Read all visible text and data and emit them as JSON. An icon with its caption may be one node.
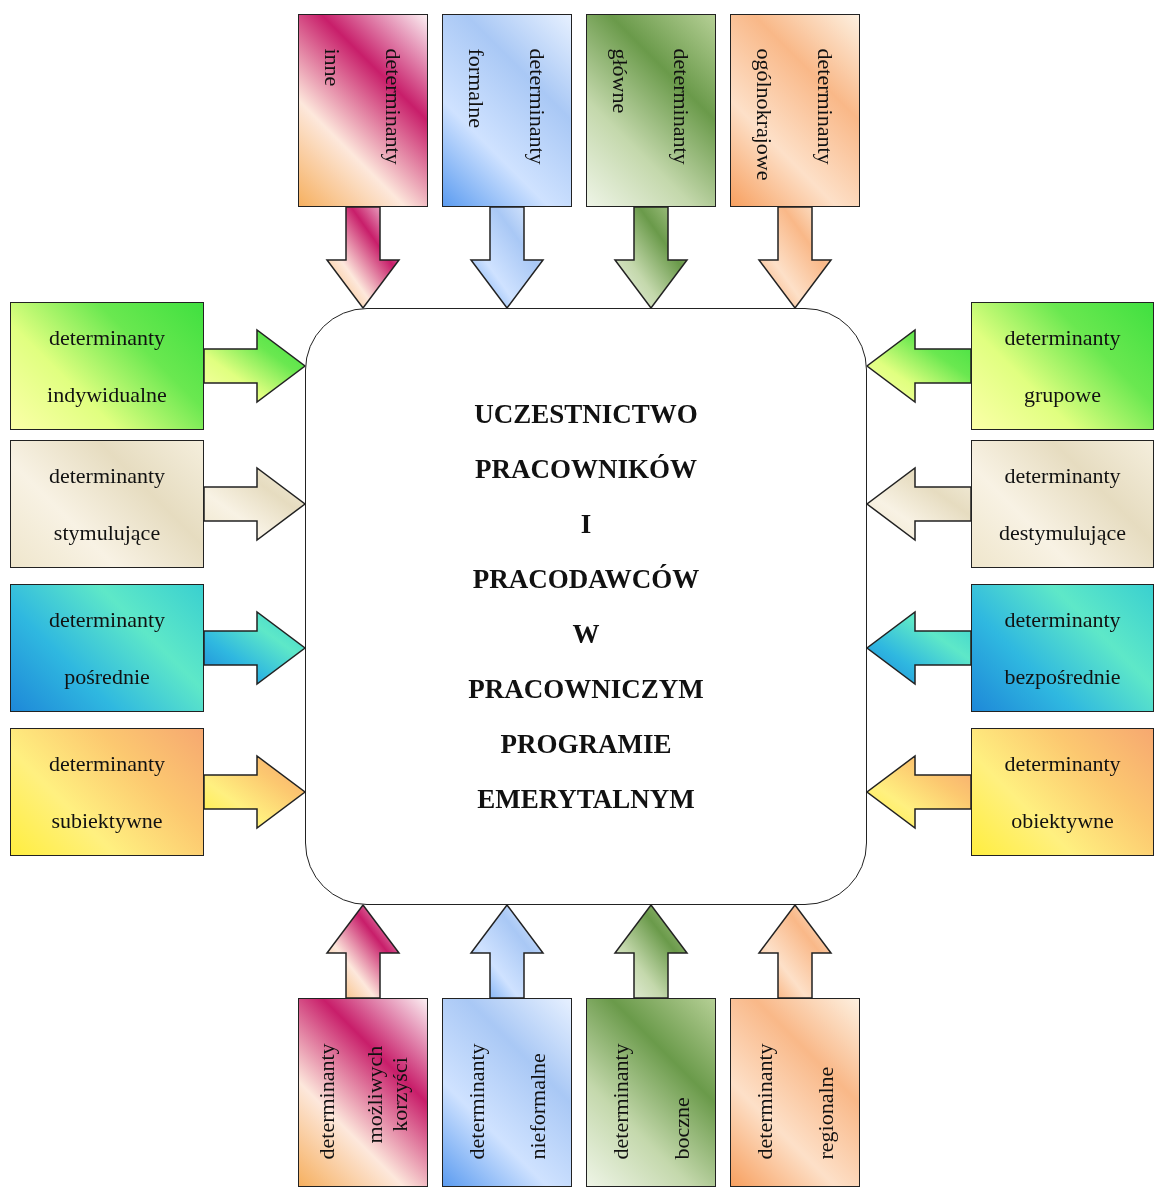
{
  "diagram": {
    "nodes": [
      {
        "text": [
          "determinanty",
          "inne"
        ]
      },
      {
        "text": [
          "determinanty",
          "formalne"
        ]
      },
      {
        "text": [
          "determinanty",
          "główne"
        ]
      },
      {
        "text": [
          "determinanty",
          "ogólnokrajowe"
        ]
      },
      {
        "text": [
          "determinanty",
          "indywidualne"
        ]
      },
      {
        "text": [
          "determinanty",
          "grupowe"
        ]
      },
      {
        "text": [
          "determinanty",
          "stymulujące"
        ]
      },
      {
        "text": [
          "determinanty",
          "destymulujące"
        ]
      },
      {
        "text": [
          "determinanty",
          "pośrednie"
        ]
      },
      {
        "text": [
          "determinanty",
          "bezpośrednie"
        ]
      },
      {
        "text": [
          "determinanty",
          "subiektywne"
        ]
      },
      {
        "text": [
          "determinanty",
          "obiektywne"
        ]
      },
      {
        "text": [
          "UCZESTNICTWO PRACOWNIKÓW I PRACODAWCÓW W PRACOWNICZYM PROGRAMIE EMERYTALNYM"
        ]
      },
      {
        "text": [
          "determinanty",
          "możliwych korzyści"
        ]
      },
      {
        "text": [
          "determinanty",
          "nieformalne"
        ]
      },
      {
        "text": [
          "determinanty",
          "boczne"
        ]
      },
      {
        "text": [
          "determinanty",
          "regionalne"
        ]
      }
    ],
    "edges": [
      {
        "from": 0,
        "to": 12,
        "arrow": "to"
      },
      {
        "from": 1,
        "to": 12,
        "arrow": "to"
      },
      {
        "from": 2,
        "to": 12,
        "arrow": "to"
      },
      {
        "from": 3,
        "to": 12,
        "arrow": "to"
      },
      {
        "from": 4,
        "to": 12,
        "arrow": "to"
      },
      {
        "from": 5,
        "to": 12,
        "arrow": "to"
      },
      {
        "from": 6,
        "to": 12,
        "arrow": "to"
      },
      {
        "from": 7,
        "to": 12,
        "arrow": "to"
      },
      {
        "from": 8,
        "to": 12,
        "arrow": "to"
      },
      {
        "from": 9,
        "to": 12,
        "arrow": "to"
      },
      {
        "from": 10,
        "to": 12,
        "arrow": "to"
      },
      {
        "from": 11,
        "to": 12,
        "arrow": "to"
      },
      {
        "from": 13,
        "to": 12,
        "arrow": "to"
      },
      {
        "from": 14,
        "to": 12,
        "arrow": "to"
      },
      {
        "from": 15,
        "to": 12,
        "arrow": "to"
      },
      {
        "from": 16,
        "to": 12,
        "arrow": "to"
      }
    ]
  }
}
